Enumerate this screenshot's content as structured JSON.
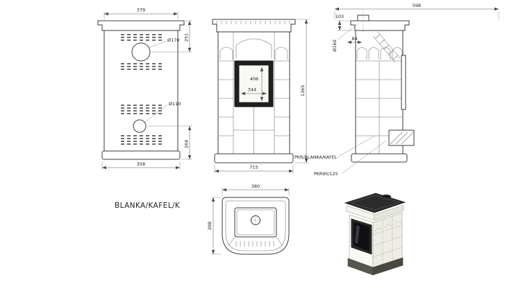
{
  "sheet": {
    "title": "BLANKA/KAFEL/K"
  },
  "rear_view": {
    "dims": {
      "top_width": "379",
      "top_to_flue": "251",
      "flue_diameter": "Ø170",
      "outlet_diameter": "Ø110",
      "outlet_to_floor": "264",
      "base_width": "358"
    }
  },
  "front_view": {
    "dims": {
      "glass_height": "406",
      "glass_width": "344",
      "overall_height": "1365",
      "overall_width": "715"
    }
  },
  "side_view": {
    "dims": {
      "overall_depth": "598",
      "rear_offset": "103",
      "flue_diameter": "Ø160",
      "collar_offset": "84"
    }
  },
  "top_view": {
    "dims": {
      "width": "380",
      "depth": "208"
    }
  },
  "callouts": {
    "model": "PKR/BLANKA/KAFEL",
    "flue_size": "PKR90/125"
  }
}
